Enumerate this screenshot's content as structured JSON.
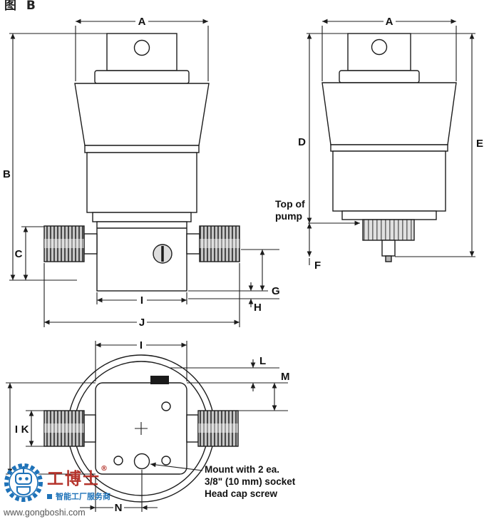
{
  "page": {
    "corner_text": "图 B",
    "background": "#ffffff"
  },
  "front_view": {
    "dim_a": "A",
    "dim_b": "B",
    "dim_c": "C",
    "dim_g": "G",
    "dim_h": "H",
    "dim_i": "I",
    "dim_j": "J"
  },
  "side_view": {
    "dim_a": "A",
    "dim_d": "D",
    "dim_e": "E",
    "dim_f": "F",
    "top_of_pump_line1": "Top of",
    "top_of_pump_line2": "pump"
  },
  "top_view": {
    "dim_i_top": "I",
    "dim_i_left": "I",
    "dim_k": "K",
    "dim_l": "L",
    "dim_m": "M",
    "dim_n": "N",
    "note_line1": "Mount with 2 ea.",
    "note_line2": "3/8\" (10 mm) socket",
    "note_line3": "Head cap screw"
  },
  "logo": {
    "name": "工博士",
    "reg": "®",
    "tagline": "智能工厂服务商",
    "url": "www.gongboshi.com"
  },
  "colors": {
    "line": "#1c1c1c",
    "brand_blue": "#1e72b8",
    "brand_red": "#b5342c"
  }
}
